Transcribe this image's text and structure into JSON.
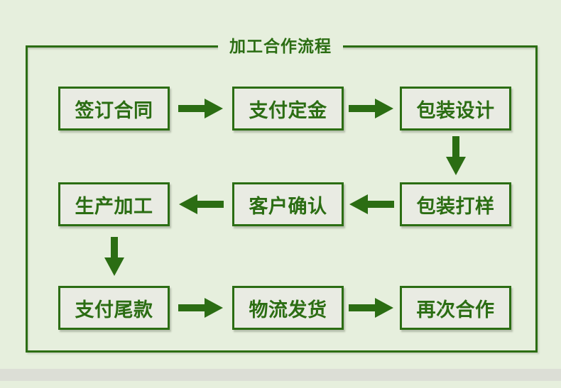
{
  "title": "加工合作流程",
  "colors": {
    "background": "#e6efdd",
    "box_fill": "#e9ebe3",
    "accent_green": "#2b6d13",
    "bottom_bar": "#dcded6"
  },
  "flow": {
    "rows": [
      {
        "boxes": [
          "签订合同",
          "支付定金",
          "包装设计"
        ]
      },
      {
        "boxes": [
          "生产加工",
          "客户确认",
          "包装打样"
        ]
      },
      {
        "boxes": [
          "支付尾款",
          "物流发货",
          "再次合作"
        ]
      }
    ]
  }
}
